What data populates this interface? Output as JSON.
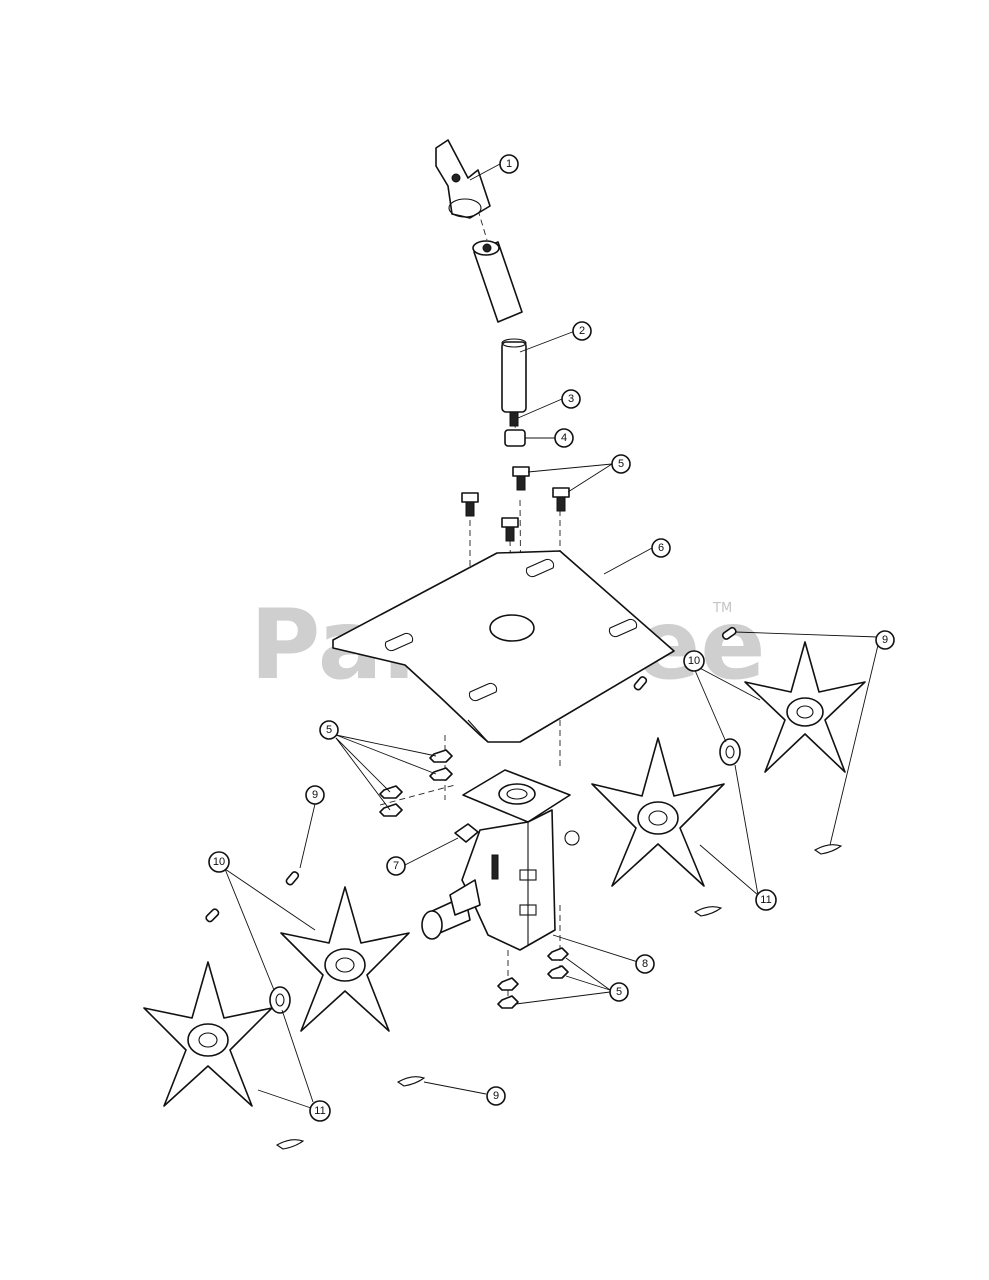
{
  "watermark": {
    "text": "PartsTree",
    "trademark": "TM"
  },
  "callouts": [
    {
      "id": "c1",
      "label": "1"
    },
    {
      "id": "c2",
      "label": "2"
    },
    {
      "id": "c3",
      "label": "3"
    },
    {
      "id": "c4",
      "label": "4"
    },
    {
      "id": "c5a",
      "label": "5"
    },
    {
      "id": "c6",
      "label": "6"
    },
    {
      "id": "c9a",
      "label": "9"
    },
    {
      "id": "c10a",
      "label": "10"
    },
    {
      "id": "c5b",
      "label": "5"
    },
    {
      "id": "c9b",
      "label": "9"
    },
    {
      "id": "c7",
      "label": "7"
    },
    {
      "id": "c10b",
      "label": "10"
    },
    {
      "id": "c11a",
      "label": "11"
    },
    {
      "id": "c8",
      "label": "8"
    },
    {
      "id": "c5c",
      "label": "5"
    },
    {
      "id": "c9c",
      "label": "9"
    },
    {
      "id": "c11b",
      "label": "11"
    }
  ]
}
